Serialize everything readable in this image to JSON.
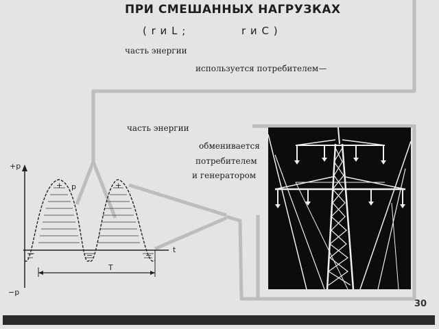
{
  "slide": {
    "title": "ПРИ СМЕШАННЫХ НАГРУЗКАХ",
    "subtitle_left": "( r и L ;",
    "subtitle_right": "r и C )",
    "line1": "часть энергии",
    "line2": "используется потребителем—",
    "line3": "часть энергии",
    "line4": "обменивается",
    "line5": "потребителем",
    "line6": "и генератором",
    "page_number": "30"
  },
  "graph": {
    "axis_p_top": "+p",
    "axis_p_bottom": "−p",
    "curve_label": "p",
    "axis_t": "t",
    "period_label": "T",
    "plus_sign": "+",
    "minus_sign": "−"
  },
  "colors": {
    "background": "#e4e4e4",
    "photo_bg": "#0c0c0c",
    "tower": "#f0f0f0",
    "bar": "#2a2a2a"
  }
}
